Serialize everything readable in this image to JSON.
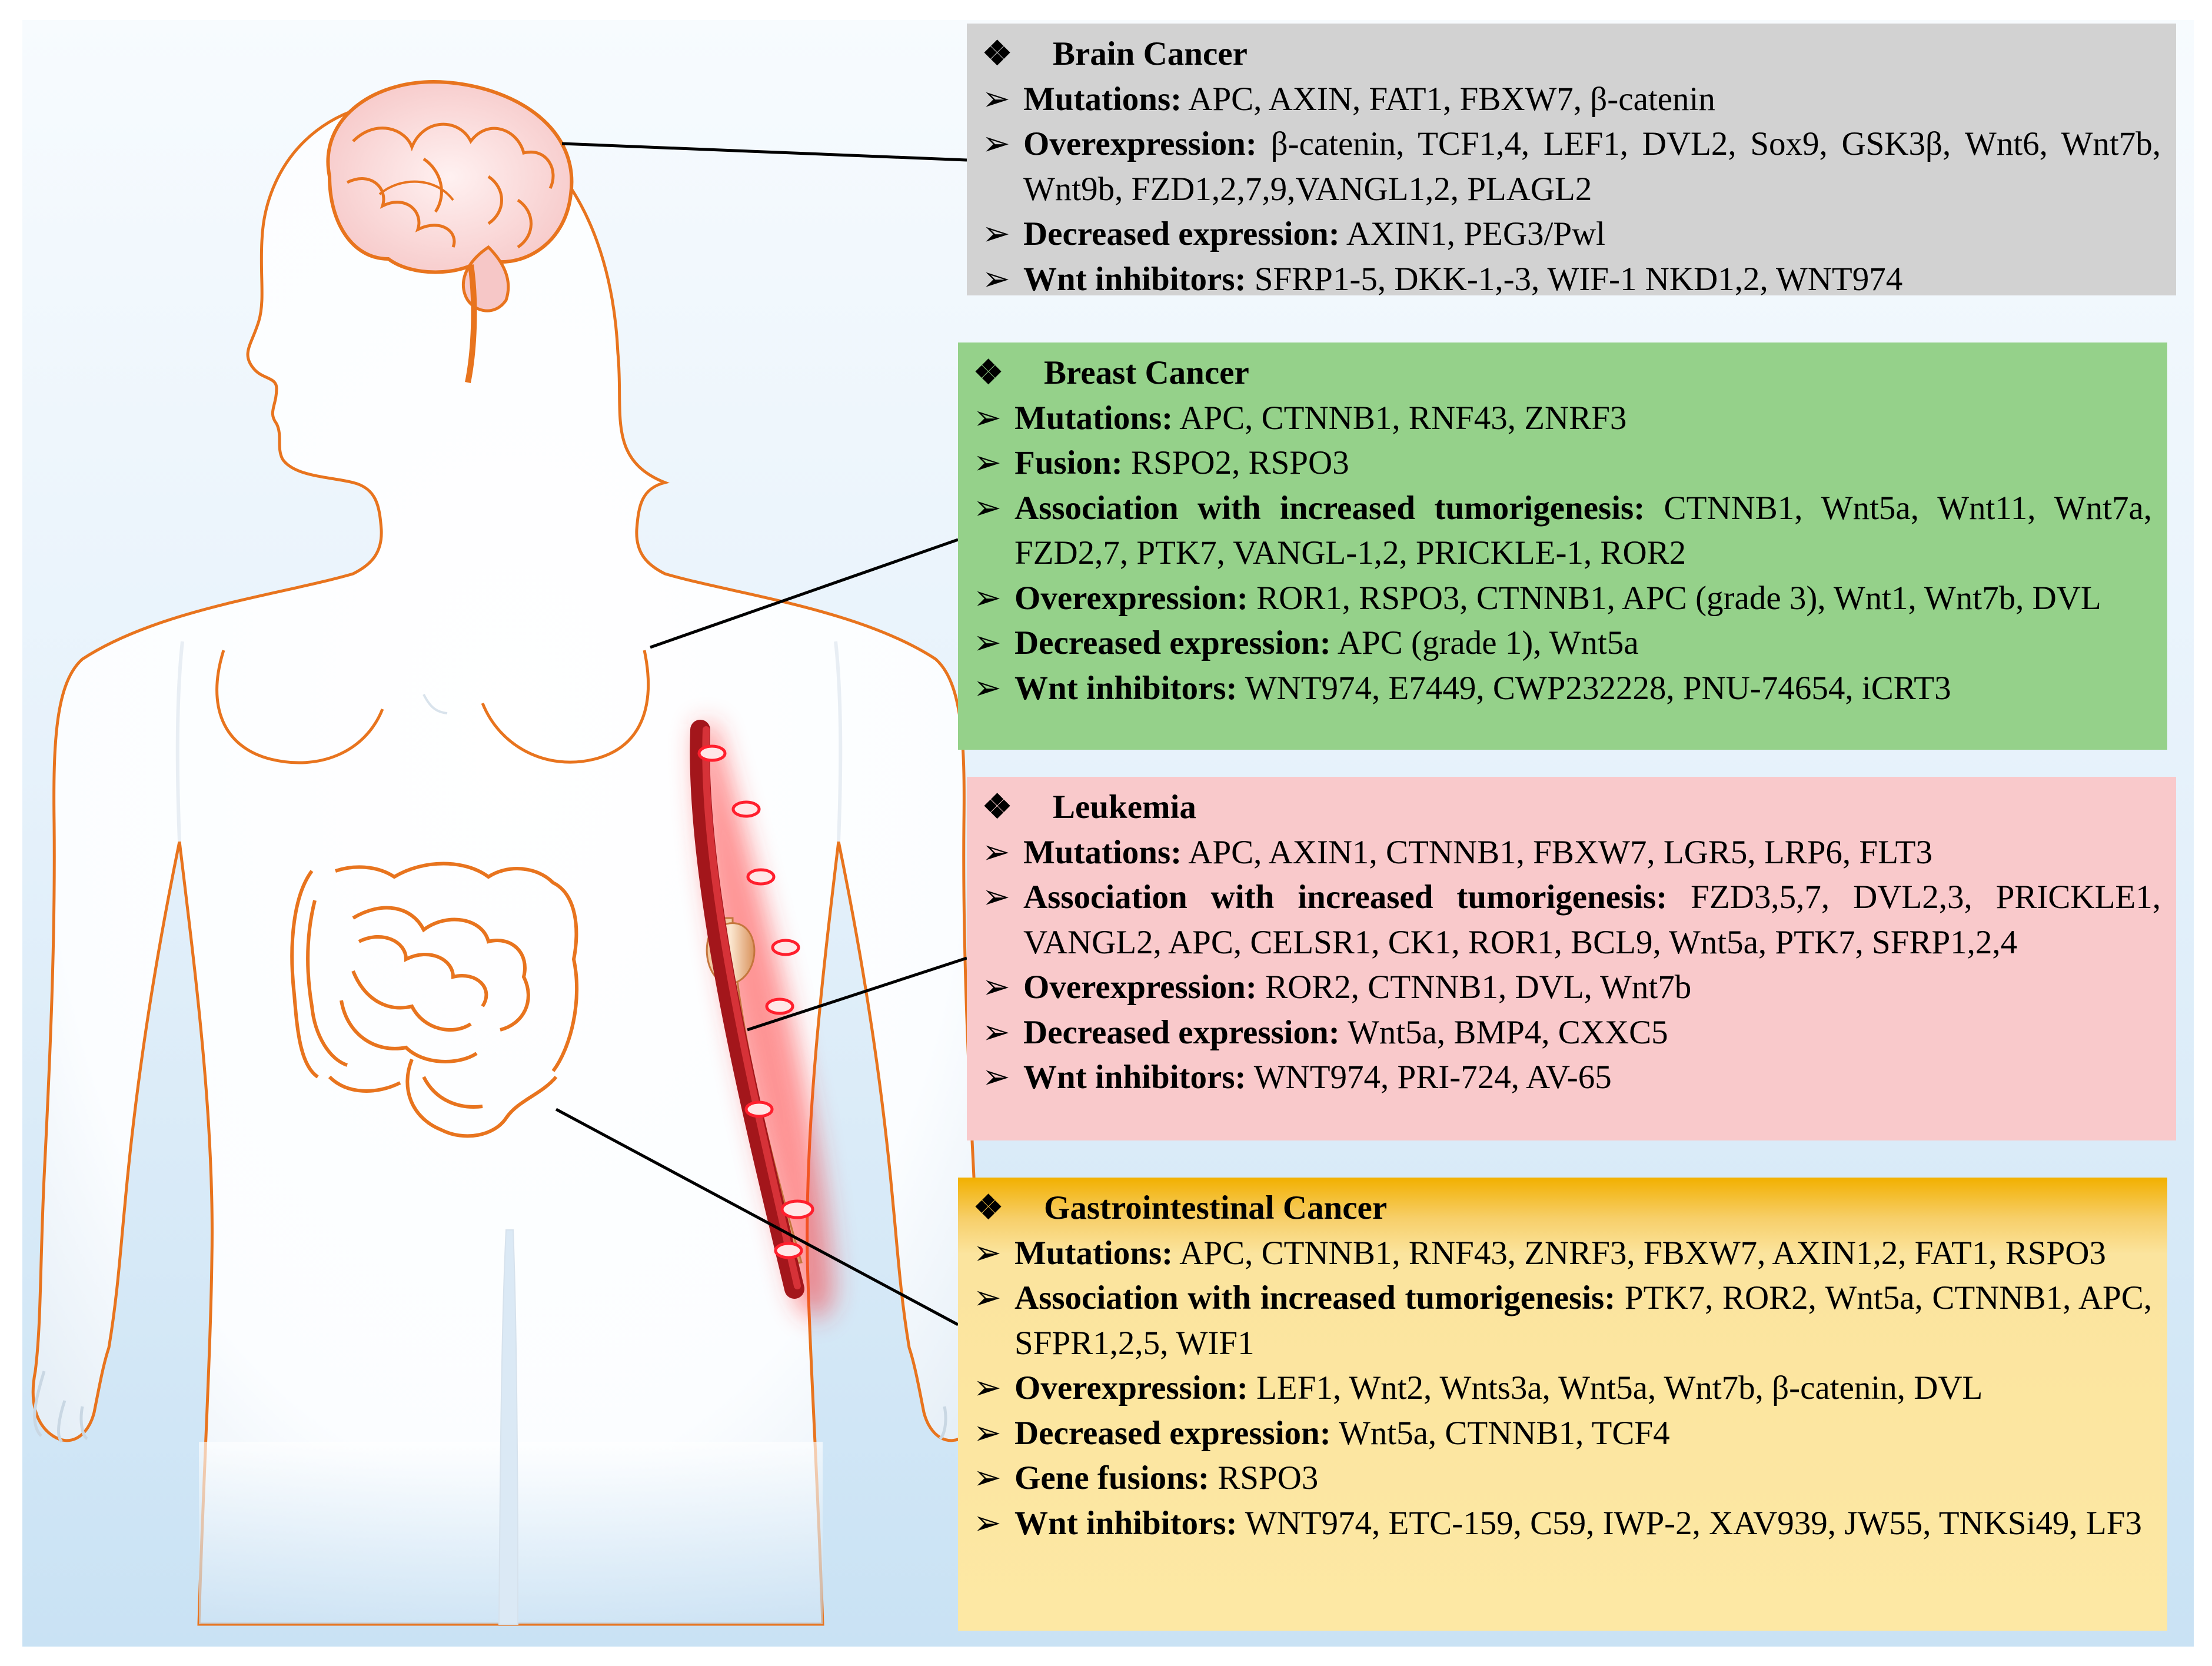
{
  "colors": {
    "brain_panel": "#d2d2d2",
    "breast_panel": "#95d18a",
    "leukemia_panel": "#f9c9cb",
    "gi_panel": "#fde8a4",
    "organ_outline": "#e8741e",
    "leader_line": "#000000"
  },
  "icons": {
    "bullet": "four-diamond-bullet",
    "item": "arrowhead-bullet"
  },
  "panels": {
    "brain": {
      "title": "Brain Cancer",
      "items": [
        {
          "label": "Mutations:",
          "text": "APC, AXIN, FAT1, FBXW7, β-catenin"
        },
        {
          "label": "Overexpression:",
          "text": "β-catenin, TCF1,4, LEF1, DVL2, Sox9, GSK3β, Wnt6, Wnt7b, Wnt9b, FZD1,2,7,9,VANGL1,2, PLAGL2"
        },
        {
          "label": "Decreased expression:",
          "text": "AXIN1, PEG3/Pwl"
        },
        {
          "label": "Wnt inhibitors:",
          "text": "SFRP1-5, DKK-1,-3, WIF-1 NKD1,2, WNT974"
        }
      ]
    },
    "breast": {
      "title": "Breast Cancer",
      "items": [
        {
          "label": "Mutations:",
          "text": "APC, CTNNB1, RNF43, ZNRF3"
        },
        {
          "label": "Fusion:",
          "text": "RSPO2, RSPO3"
        },
        {
          "label": "Association with increased tumorigenesis:",
          "text": "CTNNB1, Wnt5a, Wnt11, Wnt7a, FZD2,7, PTK7, VANGL-1,2, PRICKLE-1, ROR2"
        },
        {
          "label": "Overexpression:",
          "text": "ROR1, RSPO3, CTNNB1, APC (grade 3), Wnt1, Wnt7b, DVL"
        },
        {
          "label": "Decreased expression:",
          "text": "APC (grade 1), Wnt5a"
        },
        {
          "label": "Wnt inhibitors:",
          "text": "WNT974, E7449, CWP232228, PNU-74654, iCRT3"
        }
      ]
    },
    "leukemia": {
      "title": "Leukemia",
      "items": [
        {
          "label": "Mutations:",
          "text": "APC, AXIN1, CTNNB1, FBXW7, LGR5, LRP6, FLT3"
        },
        {
          "label": "Association with increased tumorigenesis:",
          "text": "FZD3,5,7, DVL2,3, PRICKLE1, VANGL2, APC, CELSR1, CK1, ROR1, BCL9, Wnt5a, PTK7, SFRP1,2,4"
        },
        {
          "label": "Overexpression:",
          "text": "ROR2, CTNNB1, DVL, Wnt7b"
        },
        {
          "label": "Decreased expression:",
          "text": "Wnt5a, BMP4, CXXC5"
        },
        {
          "label": "Wnt inhibitors:",
          "text": "WNT974, PRI-724, AV-65"
        }
      ]
    },
    "gi": {
      "title": "Gastrointestinal Cancer",
      "items": [
        {
          "label": "Mutations:",
          "text": "APC, CTNNB1, RNF43, ZNRF3, FBXW7, AXIN1,2, FAT1, RSPO3"
        },
        {
          "label": "Association with increased tumorigenesis:",
          "text": "PTK7, ROR2, Wnt5a, CTNNB1, APC, SFPR1,2,5, WIF1"
        },
        {
          "label": "Overexpression:",
          "text": "LEF1, Wnt2, Wnts3a, Wnt5a, Wnt7b, β-catenin, DVL"
        },
        {
          "label": "Decreased expression:",
          "text": "Wnt5a, CTNNB1, TCF4"
        },
        {
          "label": "Gene fusions:",
          "text": "RSPO3"
        },
        {
          "label": "Wnt inhibitors:",
          "text": "WNT974, ETC-159, C59, IWP-2, XAV939, JW55, TNKSi49, LF3"
        }
      ]
    }
  }
}
